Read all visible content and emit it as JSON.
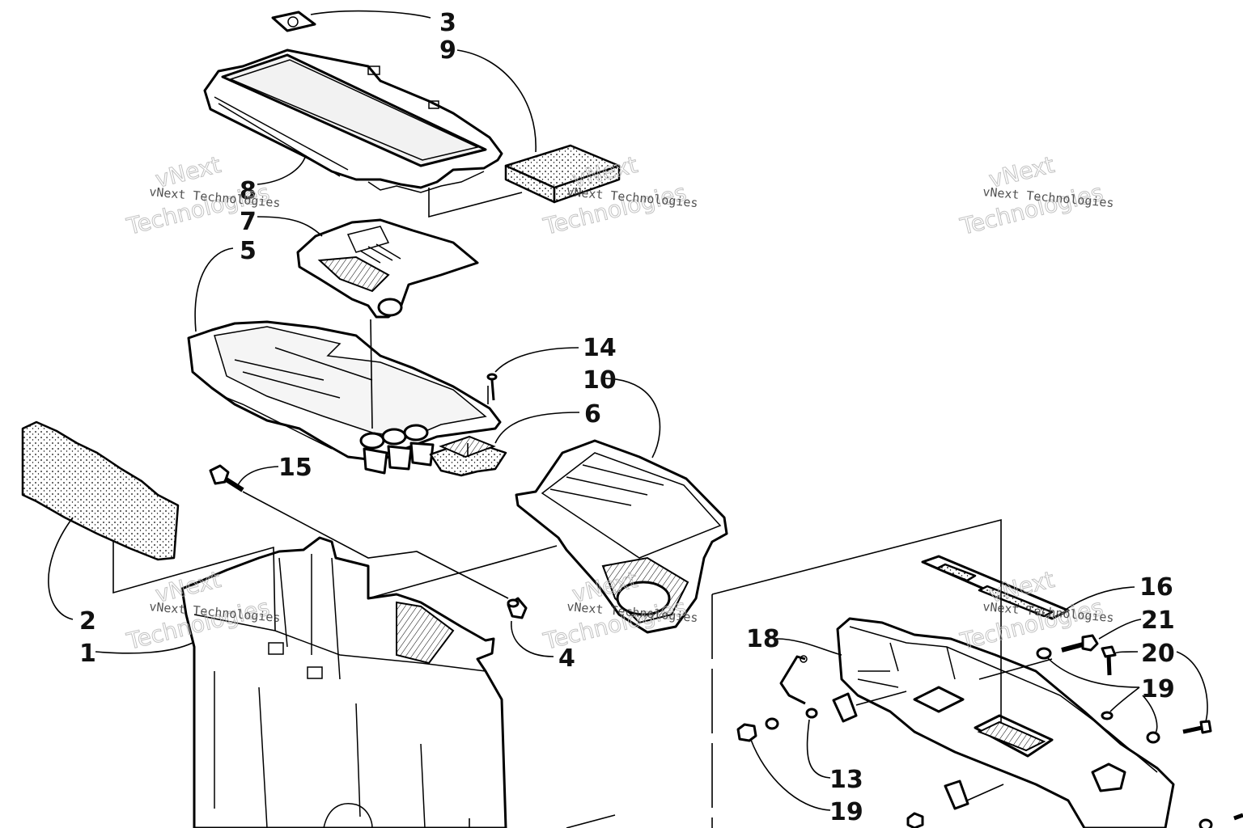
{
  "watermark": {
    "brand_small": "vNext Technologies",
    "brand_big_1": "vNext",
    "brand_big_2": "Technologies"
  },
  "callouts": {
    "c1": "1",
    "c2": "2",
    "c3": "3",
    "c4": "4",
    "c5": "5",
    "c6": "6",
    "c7": "7",
    "c8": "8",
    "c9": "9",
    "c10": "10",
    "c13": "13",
    "c14": "14",
    "c15": "15",
    "c16": "16",
    "c18": "18",
    "c19a": "19",
    "c19b": "19",
    "c20": "20",
    "c21": "21"
  }
}
